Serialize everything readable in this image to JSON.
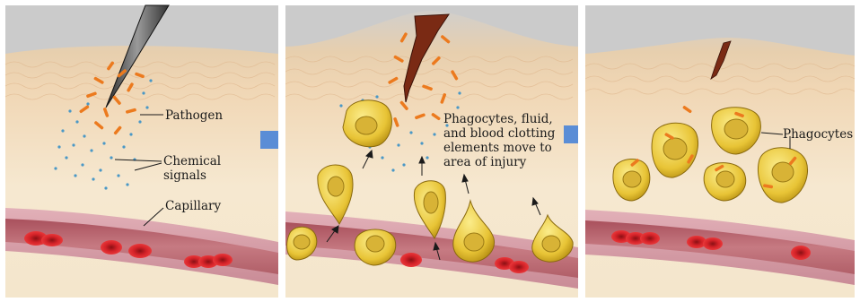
{
  "labels": {
    "pathogen": "Pathogen",
    "chemical_line1": "Chemical",
    "chemical_line2": "signals",
    "capillary": "Capillary",
    "phago_line1": "Phagocytes, fluid,",
    "phago_line2": "and blood clotting",
    "phago_line3": "elements move to",
    "phago_line4": "area of injury",
    "phagocytes": "Phagocytes"
  },
  "colors": {
    "skin_top": "#f2d4b0",
    "skin_bottom": "#f7ecd6",
    "capillary_wall": "#d99aa6",
    "blood_plasma": "#b9646e",
    "red_blood_cell": "#d01e24",
    "phagocyte": "#e8c436",
    "pathogen": "#ec7a1e",
    "chemical_signal": "#4a98c6",
    "arrow": "#5a8dd6",
    "wound": "#7a2a14"
  },
  "icons": {
    "needle": "needle-icon",
    "arrow": "arrow-right-icon"
  }
}
